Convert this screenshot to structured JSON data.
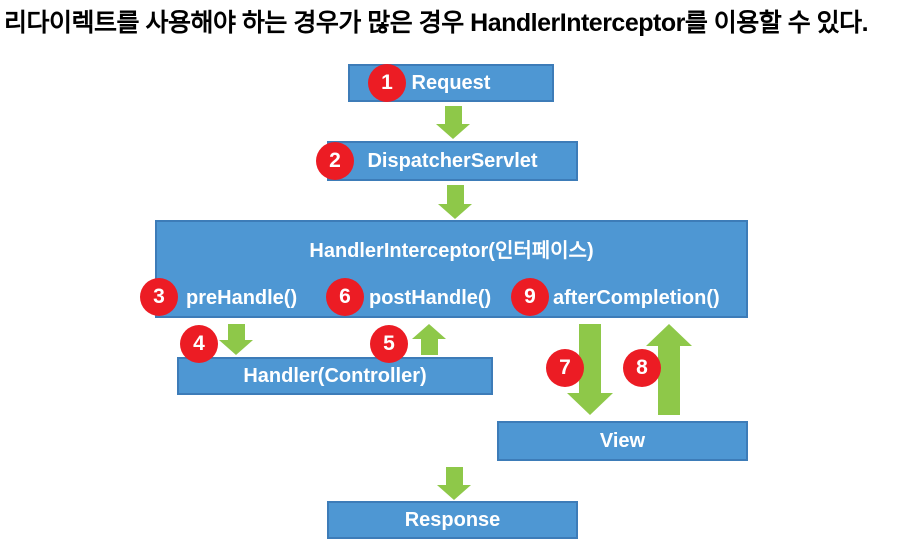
{
  "title": "리다이렉트를 사용해야 하는 경우가 많은 경우 HandlerInterceptor를 이용할 수 있다.",
  "colors": {
    "box-fill": "#4E97D3",
    "box-border": "#3D7CB8",
    "arrow-green": "#8EC849",
    "badge-red": "#EC1C24",
    "box-text": "#FFFFFF",
    "title-text": "#000000",
    "bg": "#FFFFFF"
  },
  "nodes": {
    "request": "Request",
    "dispatcher_servlet": "DispatcherServlet",
    "interceptor_title": "HandlerInterceptor(인터페이스)",
    "pre_handle": "preHandle()",
    "post_handle": "postHandle()",
    "after_completion": "afterCompletion()",
    "handler": "Handler(Controller)",
    "view": "View",
    "response": "Response"
  },
  "badges": {
    "n1": "1",
    "n2": "2",
    "n3": "3",
    "n4": "4",
    "n5": "5",
    "n6": "6",
    "n7": "7",
    "n8": "8",
    "n9": "9"
  }
}
